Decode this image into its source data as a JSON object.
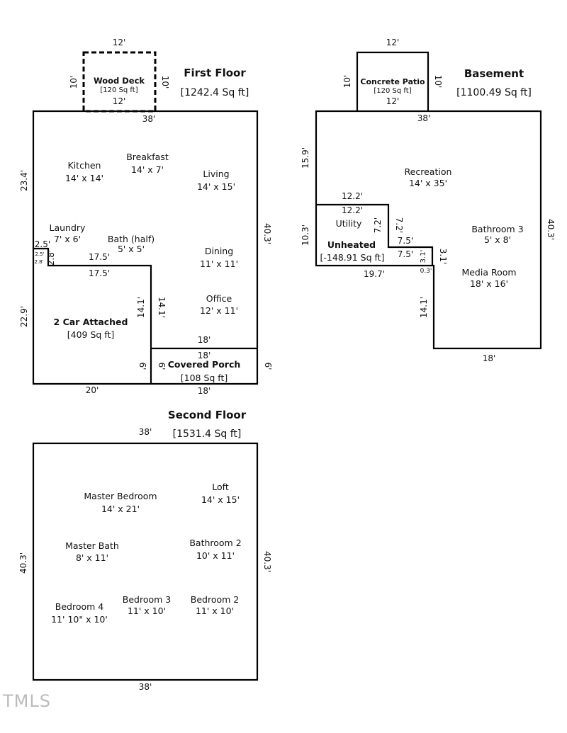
{
  "first_floor": {
    "title": "First Floor",
    "area": "[1242.4 Sq ft]",
    "deck": {
      "name": "Wood Deck",
      "area": "[120 Sq ft]",
      "dim_top": "12'",
      "dim_bottom": "12'",
      "dim_left": "10'",
      "dim_right": "10'"
    },
    "rooms": [
      {
        "name": "Kitchen",
        "size": "14' x 14'"
      },
      {
        "name": "Breakfast",
        "size": "14' x 7'"
      },
      {
        "name": "Living",
        "size": "14' x 15'"
      },
      {
        "name": "Laundry",
        "size": "7' x 6'"
      },
      {
        "name": "Bath (half)",
        "size": "5' x 5'"
      },
      {
        "name": "Dining",
        "size": "11' x 11'"
      },
      {
        "name": "Office",
        "size": "12' x 11'"
      }
    ],
    "garage": {
      "name": "2 Car Attached",
      "area": "[409 Sq ft]"
    },
    "porch": {
      "name": "Covered Porch",
      "area": "[108 Sq ft]"
    },
    "dims": {
      "top": "38'",
      "left_upper": "23.4'",
      "left_lower": "22.9'",
      "right": "40.3'",
      "notch_top": "2.5'",
      "notch_inner_top": "2.5'",
      "notch_side": "2.8'",
      "notch_inner_side": "2.8'",
      "step_upper": "17.5'",
      "step_lower": "17.5'",
      "garage_inner_upper": "14.1'",
      "garage_inner_lower": "14.1'",
      "porch_top_upper": "18'",
      "porch_top_lower": "18'",
      "porch_left_outer": "6'",
      "porch_left_inner": "6'",
      "porch_right": "6'",
      "bottom_left": "20'",
      "bottom_right": "18'"
    }
  },
  "basement": {
    "title": "Basement",
    "area": "[1100.49 Sq ft]",
    "patio": {
      "name": "Concrete Patio",
      "area": "[120 Sq ft]",
      "dim_top": "12'",
      "dim_bottom": "12'",
      "dim_left": "10'",
      "dim_right": "10'"
    },
    "rooms": [
      {
        "name": "Recreation",
        "size": "14' x 35'"
      },
      {
        "name": "Utility",
        "size": ""
      },
      {
        "name": "Bathroom 3",
        "size": "5' x 8'"
      },
      {
        "name": "Media Room",
        "size": "18' x 16'"
      }
    ],
    "unheated": {
      "name": "Unheated",
      "area": "[-148.91 Sq ft]"
    },
    "dims": {
      "top": "38'",
      "left_upper": "15.9'",
      "left_lower": "10.3'",
      "right": "40.3'",
      "util_top_upper": "12.2'",
      "util_top_lower": "12.2'",
      "util_side_outer": "7.2'",
      "util_side_inner": "7.2'",
      "step_upper": "7.5'",
      "step_lower": "7.5'",
      "step_side_outer": "3.1'",
      "step_side_inner": "3.1'",
      "bottom_left": "19.7'",
      "notch": "0.3'",
      "media_side": "14.1'",
      "bottom_right": "18'"
    }
  },
  "second_floor": {
    "title": "Second Floor",
    "area": "[1531.4 Sq ft]",
    "rooms": [
      {
        "name": "Master Bedroom",
        "size": "14' x 21'"
      },
      {
        "name": "Loft",
        "size": "14' x 15'"
      },
      {
        "name": "Master Bath",
        "size": "8' x 11'"
      },
      {
        "name": "Bathroom 2",
        "size": "10' x 11'"
      },
      {
        "name": "Bedroom 4",
        "size": "11' 10\" x 10'"
      },
      {
        "name": "Bedroom 3",
        "size": "11' x 10'"
      },
      {
        "name": "Bedroom 2",
        "size": "11' x 10'"
      }
    ],
    "dims": {
      "top": "38'",
      "bottom": "38'",
      "left": "40.3'",
      "right": "40.3'"
    }
  },
  "watermark": "TMLS"
}
